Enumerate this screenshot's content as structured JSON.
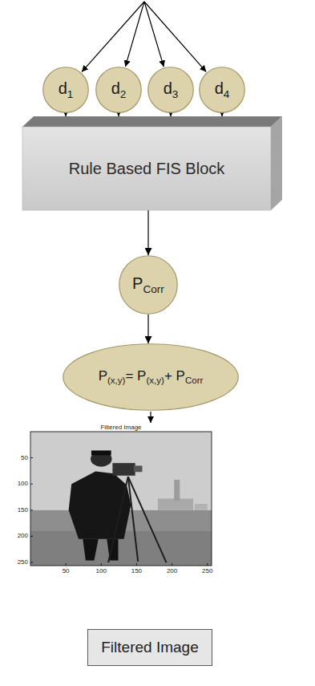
{
  "diagram": {
    "nodes": [
      {
        "text": [
          "d1"
        ]
      },
      {
        "text": [
          "d2"
        ]
      },
      {
        "text": [
          "d3"
        ]
      },
      {
        "text": [
          "d4"
        ]
      },
      {
        "text": [
          "Rule Based FIS Block"
        ]
      },
      {
        "text": [
          "PCorr"
        ]
      },
      {
        "text": [
          "P(x,y)= P(x,y)+ PCorr"
        ]
      },
      {
        "text": [
          "Filtered Image"
        ]
      }
    ],
    "edges": [
      {
        "from": 0,
        "to": 4,
        "arrow": "to"
      },
      {
        "from": 1,
        "to": 4,
        "arrow": "to"
      },
      {
        "from": 2,
        "to": 4,
        "arrow": "to"
      },
      {
        "from": 3,
        "to": 4,
        "arrow": "to"
      },
      {
        "from": 4,
        "to": 5,
        "arrow": "to"
      },
      {
        "from": 5,
        "to": 6,
        "arrow": "to"
      }
    ],
    "labels": [
      "Filtered Image",
      "50",
      "100",
      "150",
      "200",
      "250",
      "50",
      "100",
      "150",
      "200",
      "250"
    ]
  }
}
